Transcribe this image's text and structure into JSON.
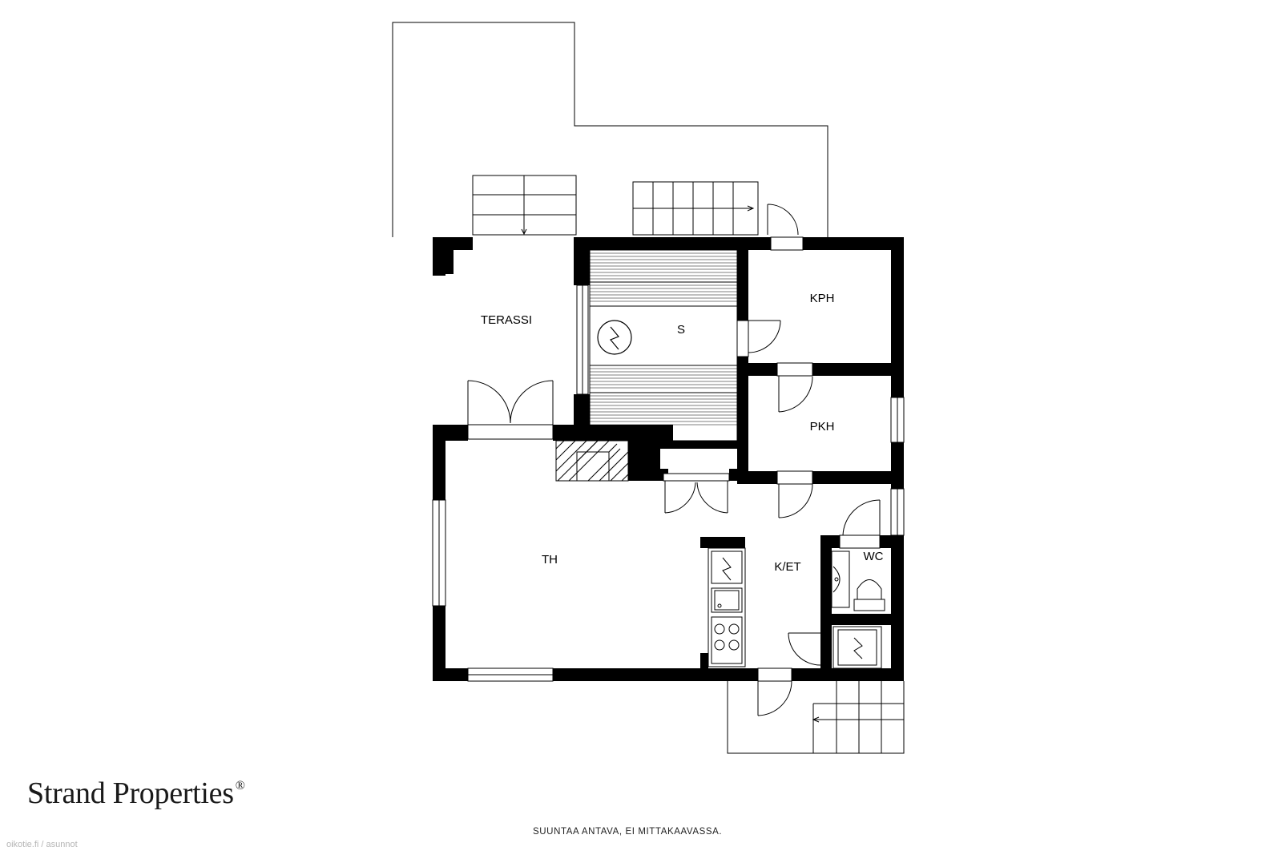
{
  "rooms": {
    "terassi": "TERASSI",
    "sauna": "S",
    "kph": "KPH",
    "pkh": "PKH",
    "th": "TH",
    "ket": "K/ET",
    "wc": "WC"
  },
  "brand": {
    "name": "Strand Properties",
    "mark": "®"
  },
  "note": "SUUNTAA ANTAVA, EI MITTAKAAVASSA.",
  "watermark": "oikotie.fi / asunnot"
}
